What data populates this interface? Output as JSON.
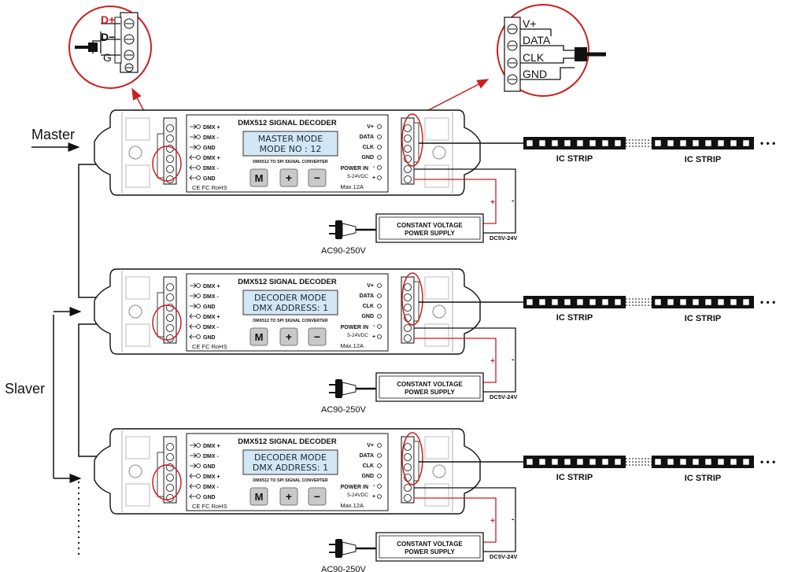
{
  "labels": {
    "master": "Master",
    "slaver": "Slaver",
    "ac_input": "AC90-250V",
    "dc_output": "DC5V-24V",
    "strip": "IC STRIP",
    "plus": "+",
    "minus": "-"
  },
  "decoder": {
    "title": "DMX512 SIGNAL DECODER",
    "subtitle": "DMX512 TO SPI SIGNAL CONVERTER",
    "left_terminals": [
      "DMX +",
      "DMX -",
      "GND",
      "DMX +",
      "DMX -",
      "GND"
    ],
    "right_terminals": [
      "V+",
      "DATA",
      "CLK",
      "GND"
    ],
    "power_in": "POWER IN",
    "voltage": "5-24VDC",
    "cert": "CE FC RoHS",
    "max_current": "Max.12A",
    "buttons": [
      "M",
      "+",
      "−"
    ]
  },
  "units": [
    {
      "lcd_line1": "MASTER  MODE",
      "lcd_line2": "MODE NO  :  12"
    },
    {
      "lcd_line1": "DECODER  MODE",
      "lcd_line2": "DMX ADDRESS: 1"
    },
    {
      "lcd_line1": "DECODER  MODE",
      "lcd_line2": "DMX ADDRESS: 1"
    }
  ],
  "psu": {
    "line1": "CONSTANT VOLTAGE",
    "line2": "POWER SUPPLY"
  },
  "zoom_dmx": {
    "pins": [
      "D+",
      "D−",
      "G"
    ],
    "accent": "#cc1f1f"
  },
  "zoom_spi": {
    "pins": [
      "V+",
      "DATA",
      "CLK",
      "GND"
    ]
  },
  "colors": {
    "highlight": "#cc1f1f",
    "power_positive": "#cc1f1f",
    "line": "#111111"
  }
}
